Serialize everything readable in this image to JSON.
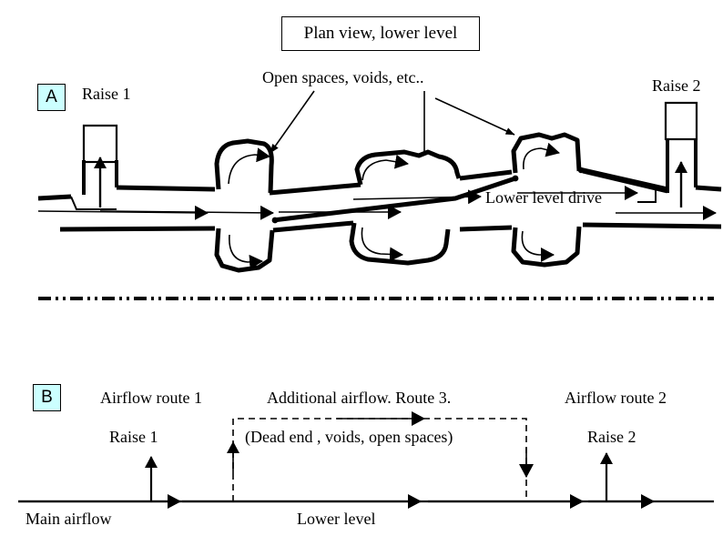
{
  "figure": {
    "title_box": "Plan view, lower level",
    "panels": [
      {
        "badge": "A",
        "badge_color": "#ccffff"
      },
      {
        "badge": "B",
        "badge_color": "#ccffff"
      }
    ]
  },
  "panel_a": {
    "badge": "A",
    "annotation_voids": "Open spaces, voids, etc..",
    "raise_left": "Raise 1",
    "raise_right": "Raise 2",
    "drive_label": "Lower level drive"
  },
  "panel_b": {
    "badge": "B",
    "route1": "Airflow route 1",
    "route1_raise": "Raise 1",
    "route3_title": "Additional airflow. Route 3.",
    "route3_sub": "(Dead end , voids, open spaces)",
    "route2": "Airflow route 2",
    "route2_raise": "Raise 2",
    "main_airflow": "Main airflow",
    "lower_level": "Lower level"
  },
  "colors": {
    "ink": "#000000",
    "badge_fill": "#ccffff",
    "background": "#ffffff"
  }
}
